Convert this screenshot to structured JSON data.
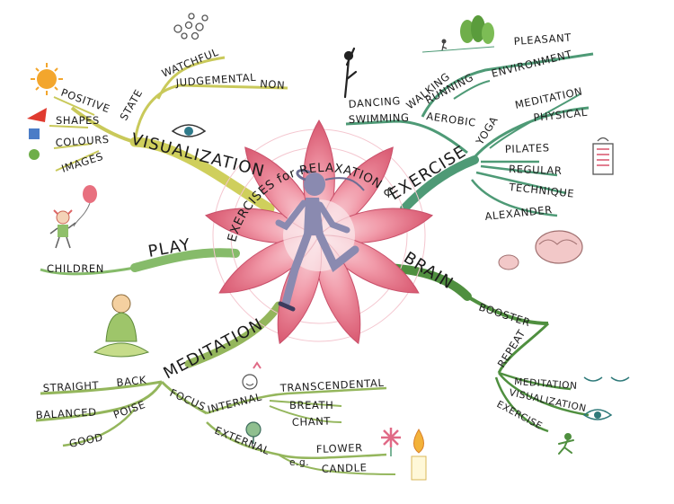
{
  "center": {
    "title": "EXERCISES for RELAXATION & DE-STRESSING"
  },
  "colors": {
    "visualization": "#c9c95a",
    "exercise": "#4e9a76",
    "play": "#7fb868",
    "brain": "#4f8f3f",
    "meditation": "#8fb45a",
    "petal": "#e67a8c",
    "petal_dark": "#c9506a",
    "runner": "#8a8ab0"
  },
  "branches": {
    "visualization": {
      "label": "VISUALIZATION",
      "state": "STATE",
      "watchful": "WATCHFUL",
      "judgemental": "JUDGEMENTAL",
      "non": "NON",
      "positive": "POSITIVE",
      "shapes": "SHAPES",
      "colours": "COLOURS",
      "images": "IMAGES"
    },
    "exercise": {
      "label": "EXERCISE",
      "dancing": "DANCING",
      "swimming": "SWIMMING",
      "walking": "WALKING",
      "running": "RUNNING",
      "aerobic": "AEROBIC",
      "environment": "ENVIRONMENT",
      "pleasant": "PLEASANT",
      "yoga": "YOGA",
      "meditation": "MEDITATION",
      "physical": "PHYSICAL",
      "pilates": "PILATES",
      "regular": "REGULAR",
      "technique": "TECHNIQUE",
      "alexander": "ALEXANDER"
    },
    "play": {
      "label": "PLAY",
      "children": "CHILDREN"
    },
    "brain": {
      "label": "BRAIN",
      "booster": "BOOSTER",
      "repeat": "REPEAT",
      "meditation": "MEDITATION",
      "visualization": "VISUALIZATION",
      "exercise": "EXERCISE"
    },
    "meditation": {
      "label": "MEDITATION",
      "straight": "STRAIGHT",
      "back": "BACK",
      "balanced": "BALANCED",
      "poise": "POISE",
      "good": "GOOD",
      "focus": "FOCUS",
      "internal": "INTERNAL",
      "transcendental": "TRANSCENDENTAL",
      "breath": "BREATH",
      "chant": "CHANT",
      "external": "EXTERNAL",
      "eg": "e.g.",
      "flower": "FLOWER",
      "candle": "CANDLE"
    }
  },
  "icons": [
    "sun-icon",
    "triangle-icon",
    "square-icon",
    "circle-icon",
    "eye-icon",
    "spiral-icon",
    "trees-icon",
    "dancer-icon",
    "clipboard-icon",
    "brain-icon",
    "balloon-child-icon",
    "buddha-icon",
    "smiley-icon",
    "globe-icon",
    "flower-icon",
    "candle-icon",
    "closed-eyes-icon",
    "open-eye-icon",
    "runner-small-icon"
  ]
}
